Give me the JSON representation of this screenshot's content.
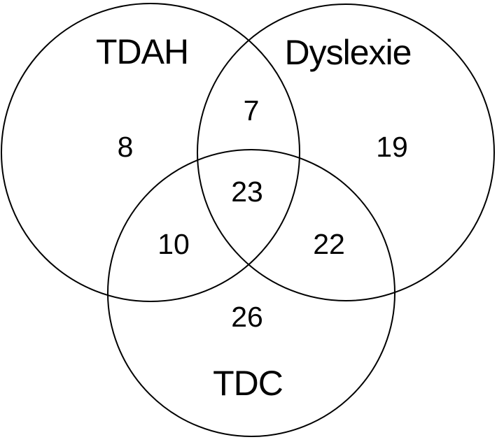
{
  "diagram": {
    "type": "venn3",
    "colors": {
      "background": "#ffffff",
      "stroke": "#000000",
      "text": "#000000"
    },
    "sets": [
      {
        "id": "tdah",
        "label": "TDAH",
        "exclusive_count": "8"
      },
      {
        "id": "dyslexie",
        "label": "Dyslexie",
        "exclusive_count": "19"
      },
      {
        "id": "tdc",
        "label": "TDC",
        "exclusive_count": "26"
      }
    ],
    "intersections": {
      "tdah_dyslexie": "7",
      "tdah_tdc": "10",
      "dyslexie_tdc": "22",
      "tdah_dyslexie_tdc": "23"
    }
  }
}
